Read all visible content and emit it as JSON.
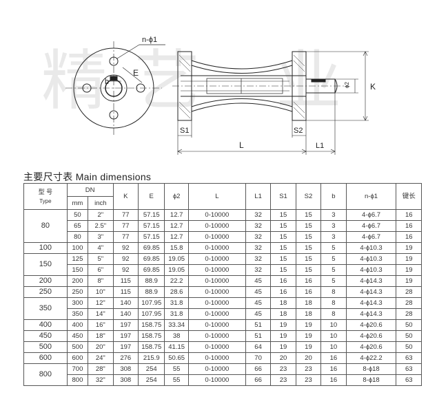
{
  "drawing": {
    "watermark": "精艺 业",
    "labels": {
      "n_phi1": "n-ϕ1",
      "E": "E",
      "b": "b",
      "K": "K",
      "phi2": "ϕ2",
      "S1": "S1",
      "S2": "S2",
      "L": "L",
      "L1": "L1"
    }
  },
  "title": "主要尺寸表 Main dimensions",
  "table": {
    "headers": {
      "type_cn": "型 号",
      "type_en": "Type",
      "dn": "DN",
      "mm": "mm",
      "inch": "inch",
      "k": "K",
      "e": "E",
      "phi2": "ϕ2",
      "l": "L",
      "l1": "L1",
      "s1": "S1",
      "s2": "S2",
      "b": "b",
      "n_phi1": "n-ϕ1",
      "key": "键长"
    },
    "groups": [
      {
        "type": "80",
        "rows": [
          [
            "50",
            "2\"",
            "77",
            "57.15",
            "12.7",
            "0-10000",
            "32",
            "15",
            "15",
            "3",
            "4-ϕ6.7",
            "16"
          ],
          [
            "65",
            "2.5\"",
            "77",
            "57.15",
            "12.7",
            "0-10000",
            "32",
            "15",
            "15",
            "3",
            "4-ϕ6.7",
            "16"
          ],
          [
            "80",
            "3\"",
            "77",
            "57.15",
            "12.7",
            "0-10000",
            "32",
            "15",
            "15",
            "3",
            "4-ϕ6.7",
            "16"
          ]
        ]
      },
      {
        "type": "100",
        "rows": [
          [
            "100",
            "4\"",
            "92",
            "69.85",
            "15.8",
            "0-10000",
            "32",
            "15",
            "15",
            "5",
            "4-ϕ10.3",
            "19"
          ]
        ]
      },
      {
        "type": "150",
        "rows": [
          [
            "125",
            "5\"",
            "92",
            "69.85",
            "19.05",
            "0-10000",
            "32",
            "15",
            "15",
            "5",
            "4-ϕ10.3",
            "19"
          ],
          [
            "150",
            "6\"",
            "92",
            "69.85",
            "19.05",
            "0-10000",
            "32",
            "15",
            "15",
            "5",
            "4-ϕ10.3",
            "19"
          ]
        ]
      },
      {
        "type": "200",
        "rows": [
          [
            "200",
            "8\"",
            "115",
            "88.9",
            "22.2",
            "0-10000",
            "45",
            "16",
            "16",
            "5",
            "4-ϕ14.3",
            "19"
          ]
        ]
      },
      {
        "type": "250",
        "rows": [
          [
            "250",
            "10\"",
            "115",
            "88.9",
            "28.6",
            "0-10000",
            "45",
            "16",
            "16",
            "8",
            "4-ϕ14.3",
            "28"
          ]
        ]
      },
      {
        "type": "350",
        "rows": [
          [
            "300",
            "12\"",
            "140",
            "107.95",
            "31.8",
            "0-10000",
            "45",
            "18",
            "18",
            "8",
            "4-ϕ14.3",
            "28"
          ],
          [
            "350",
            "14\"",
            "140",
            "107.95",
            "31.8",
            "0-10000",
            "45",
            "18",
            "18",
            "8",
            "4-ϕ14.3",
            "28"
          ]
        ]
      },
      {
        "type": "400",
        "rows": [
          [
            "400",
            "16\"",
            "197",
            "158.75",
            "33.34",
            "0-10000",
            "51",
            "19",
            "19",
            "10",
            "4-ϕ20.6",
            "50"
          ]
        ]
      },
      {
        "type": "450",
        "rows": [
          [
            "450",
            "18\"",
            "197",
            "158.75",
            "38",
            "0-10000",
            "51",
            "19",
            "19",
            "10",
            "4-ϕ20.6",
            "50"
          ]
        ]
      },
      {
        "type": "500",
        "rows": [
          [
            "500",
            "20\"",
            "197",
            "158.75",
            "41.15",
            "0-10000",
            "64",
            "19",
            "19",
            "10",
            "4-ϕ20.6",
            "50"
          ]
        ]
      },
      {
        "type": "600",
        "rows": [
          [
            "600",
            "24\"",
            "276",
            "215.9",
            "50.65",
            "0-10000",
            "70",
            "20",
            "20",
            "16",
            "4-ϕ22.2",
            "63"
          ]
        ]
      },
      {
        "type": "800",
        "rows": [
          [
            "700",
            "28\"",
            "308",
            "254",
            "55",
            "0-10000",
            "66",
            "23",
            "23",
            "16",
            "8-ϕ18",
            "63"
          ],
          [
            "800",
            "32\"",
            "308",
            "254",
            "55",
            "0-10000",
            "66",
            "23",
            "23",
            "16",
            "8-ϕ18",
            "63"
          ]
        ]
      }
    ]
  }
}
